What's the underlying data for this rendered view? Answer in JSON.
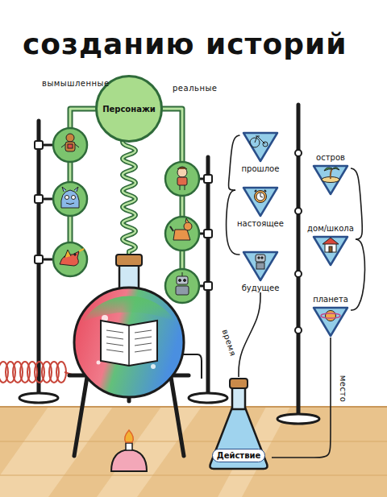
{
  "diagram": {
    "title": "созданию историй",
    "nodes": [
      {
        "text": [
          "Персонажи"
        ]
      },
      {
        "text": [
          "прошлое"
        ]
      },
      {
        "text": [
          "настоящее"
        ]
      },
      {
        "text": [
          "будущее"
        ]
      },
      {
        "text": [
          "остров"
        ]
      },
      {
        "text": [
          "дом/школа"
        ]
      },
      {
        "text": [
          "планета"
        ]
      },
      {
        "text": [
          "Действие"
        ]
      }
    ],
    "edges": [
      {
        "from": 1,
        "to": 2,
        "arrow": "none"
      },
      {
        "from": 2,
        "to": 3,
        "arrow": "none"
      },
      {
        "from": 3,
        "to": 7,
        "label": "время",
        "arrow": "none"
      },
      {
        "from": 4,
        "to": 5,
        "arrow": "none"
      },
      {
        "from": 5,
        "to": 6,
        "arrow": "none"
      },
      {
        "from": 6,
        "to": 7,
        "label": "место",
        "arrow": "none"
      }
    ],
    "labels": [
      "вымышленные",
      "реальные"
    ]
  }
}
